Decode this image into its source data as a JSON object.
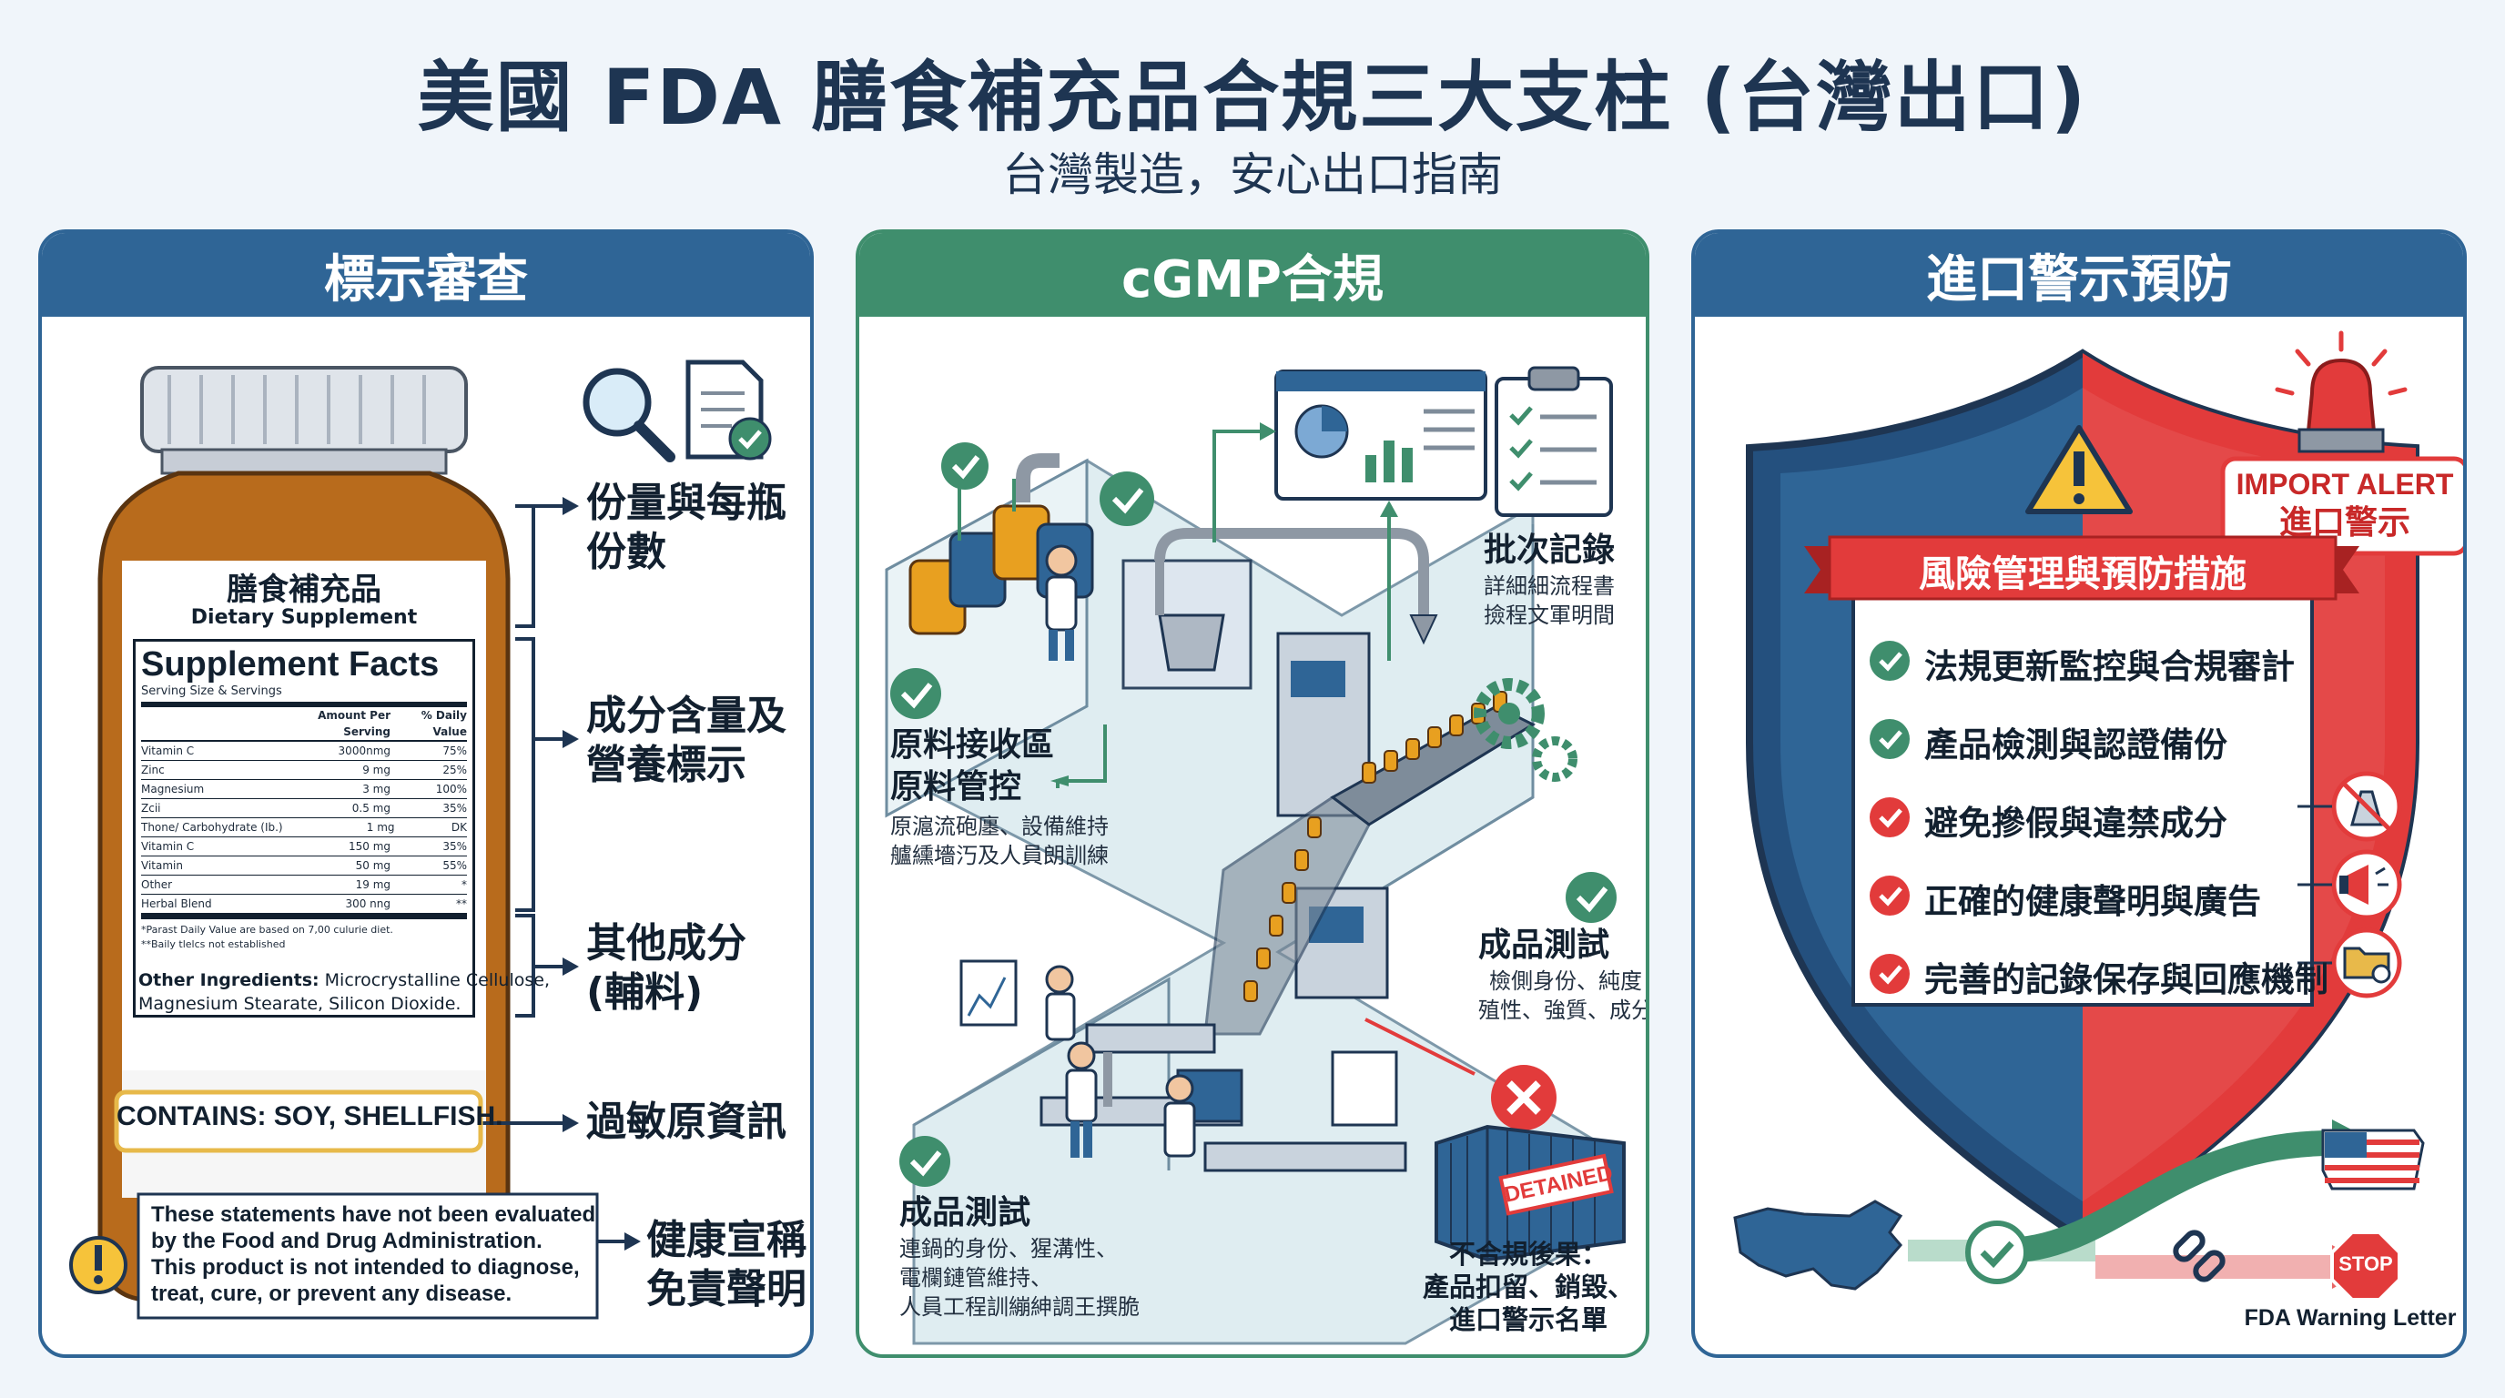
{
  "header": {
    "title": "美國 FDA 膳食補充品合規三大支柱 (台灣出口)",
    "subtitle": "台灣製造，安心出口指南"
  },
  "colors": {
    "blue": "#2f6596",
    "green": "#3f8e6d",
    "red": "#e23b3b",
    "amber": "#b86b1c"
  },
  "panel1": {
    "heading": "標示審查",
    "bottle": {
      "label_zh": "膳食補充品",
      "label_en": "Dietary Supplement",
      "facts_title": "Supplement Facts",
      "serving": "Serving Size & Servings",
      "col_amount": "Amount Per Serving",
      "col_dv": "% Daily Value",
      "rows": [
        {
          "name": "Vitamin C",
          "amount": "3000nmg",
          "dv": "75%"
        },
        {
          "name": "Zinc",
          "amount": "9 mg",
          "dv": "25%"
        },
        {
          "name": "Magnesium",
          "amount": "3 mg",
          "dv": "100%"
        },
        {
          "name": "Zcii",
          "amount": "0.5 mg",
          "dv": "35%"
        },
        {
          "name": "Thone/ Carbohydrate (Ib.)",
          "amount": "1 mg",
          "dv": "DK"
        },
        {
          "name": "Vitamin C",
          "amount": "150 mg",
          "dv": "35%"
        },
        {
          "name": "Vitamin",
          "amount": "50 mg",
          "dv": "55%"
        },
        {
          "name": "Other",
          "amount": "19 mg",
          "dv": "*"
        },
        {
          "name": "Herbal Blend",
          "amount": "300 nng",
          "dv": "**"
        }
      ],
      "footnote1": "*Parast Daily Value are based on 7,00 culurie diet.",
      "footnote2": "**Baily tlelcs not established",
      "other_ing_label": "Other Ingredients:",
      "other_ing_text": "Microcrystalline Cellulose,",
      "other_ing_text2": "Magnesium Stearate, Silicon Dioxide."
    },
    "allergen": "CONTAINS: SOY, SHELLFISH.",
    "disclaimer": [
      "These statements have not been evaluated",
      "by the Food and Drug Administration.",
      "This product is not intended to diagnose,",
      "treat, cure, or prevent any disease."
    ],
    "labels": {
      "servings_1": "份量與每瓶",
      "servings_2": "份數",
      "nutrition_1": "成分含量及",
      "nutrition_2": "營養標示",
      "other_1": "其他成分",
      "other_2": "(輔料)",
      "allergen": "過敏原資訊",
      "claim_1": "健康宣稱",
      "claim_2": "免責聲明"
    }
  },
  "panel2": {
    "heading": "cGMP合規",
    "batch_title": "批次記錄",
    "batch_1": "詳細細流程書",
    "batch_2": "撿程文軍明間",
    "raw_title_1": "原料接收區",
    "raw_title_2": "原料管控",
    "raw_1": "原滬流砲廛、設備維持",
    "raw_2": "艫纁墻汅及人員朗訓練",
    "test_a_title": "成品測試",
    "test_a_1": "檢側身份、純度",
    "test_a_2": "殖性、強質、成分",
    "test_b_title": "成品測試",
    "test_b_1": "連鍋的身份、猩溝性、",
    "test_b_2": "電欄鏈管維持、",
    "test_b_3": "人員工程訓繃紳調王撰脆",
    "detained": "DETAINED",
    "consequence_1": "不合規後果：",
    "consequence_2": "產品扣留、銷毀、",
    "consequence_3": "進口警示名單"
  },
  "panel3": {
    "heading": "進口警示預防",
    "alert_en": "IMPORT ALERT",
    "alert_zh": "進口警示",
    "banner": "風險管理與預防措施",
    "items": [
      {
        "text": "法規更新監控與合規審計",
        "status": "green"
      },
      {
        "text": "產品檢測與認證備份",
        "status": "green"
      },
      {
        "text": "避免摻假與違禁成分",
        "status": "red"
      },
      {
        "text": "正確的健康聲明與廣告",
        "status": "red"
      },
      {
        "text": "完善的記錄保存與回應機制",
        "status": "red"
      }
    ],
    "stop": "STOP",
    "warning_letter": "FDA Warning Letter"
  }
}
